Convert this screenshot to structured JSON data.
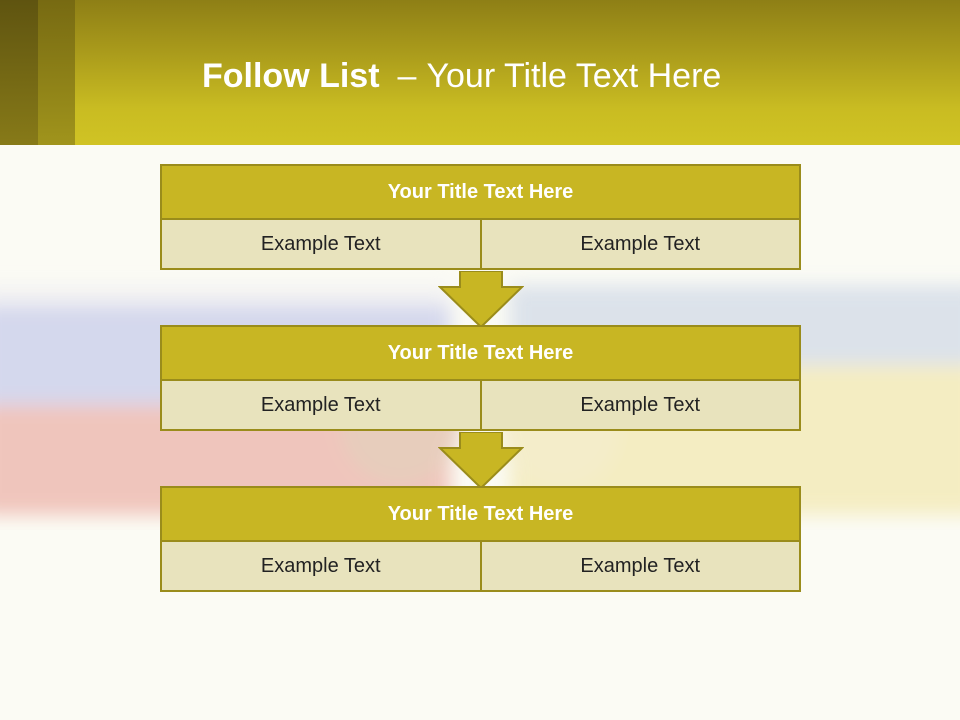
{
  "slide": {
    "title_bold": "Follow List",
    "title_sep": "–",
    "title_rest": "Your Title Text Here"
  },
  "colors": {
    "header": "#c9bc22",
    "box_fill": "#c8b623",
    "cell_fill": "#e8e3bd",
    "border": "#9a8c1b"
  },
  "steps": [
    {
      "title": "Your Title Text Here",
      "left": "Example Text",
      "right": "Example Text"
    },
    {
      "title": "Your Title Text Here",
      "left": "Example Text",
      "right": "Example Text"
    },
    {
      "title": "Your Title Text Here",
      "left": "Example Text",
      "right": "Example Text"
    }
  ]
}
